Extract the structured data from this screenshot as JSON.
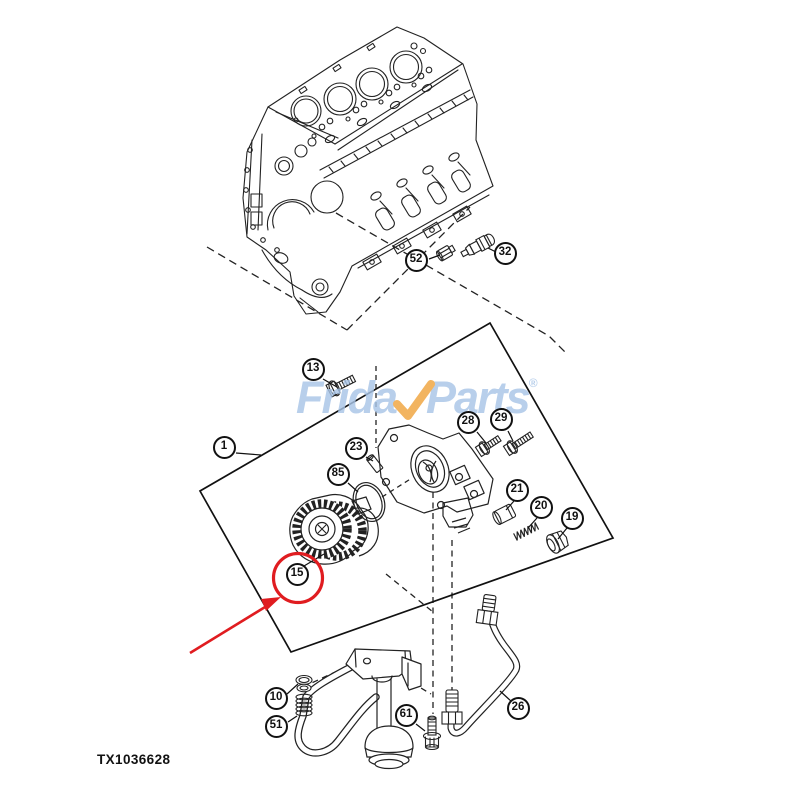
{
  "figure": {
    "id_label": "TX1036628"
  },
  "watermark": {
    "brand_first": "Frida",
    "brand_second": "Parts",
    "registered_mark": "®",
    "check_icon": "orange-check",
    "text_color": "#a9c5e7",
    "check_color": "#f0a43e"
  },
  "colors": {
    "line": "#1c1c1c",
    "highlight": "#e01c20",
    "background": "#ffffff"
  },
  "highlight": {
    "circled_callout": "15"
  },
  "callouts": [
    {
      "n": "1"
    },
    {
      "n": "13"
    },
    {
      "n": "23"
    },
    {
      "n": "85"
    },
    {
      "n": "15"
    },
    {
      "n": "28"
    },
    {
      "n": "29"
    },
    {
      "n": "21"
    },
    {
      "n": "20"
    },
    {
      "n": "19"
    },
    {
      "n": "52"
    },
    {
      "n": "32"
    },
    {
      "n": "10"
    },
    {
      "n": "51"
    },
    {
      "n": "61"
    },
    {
      "n": "26"
    }
  ]
}
